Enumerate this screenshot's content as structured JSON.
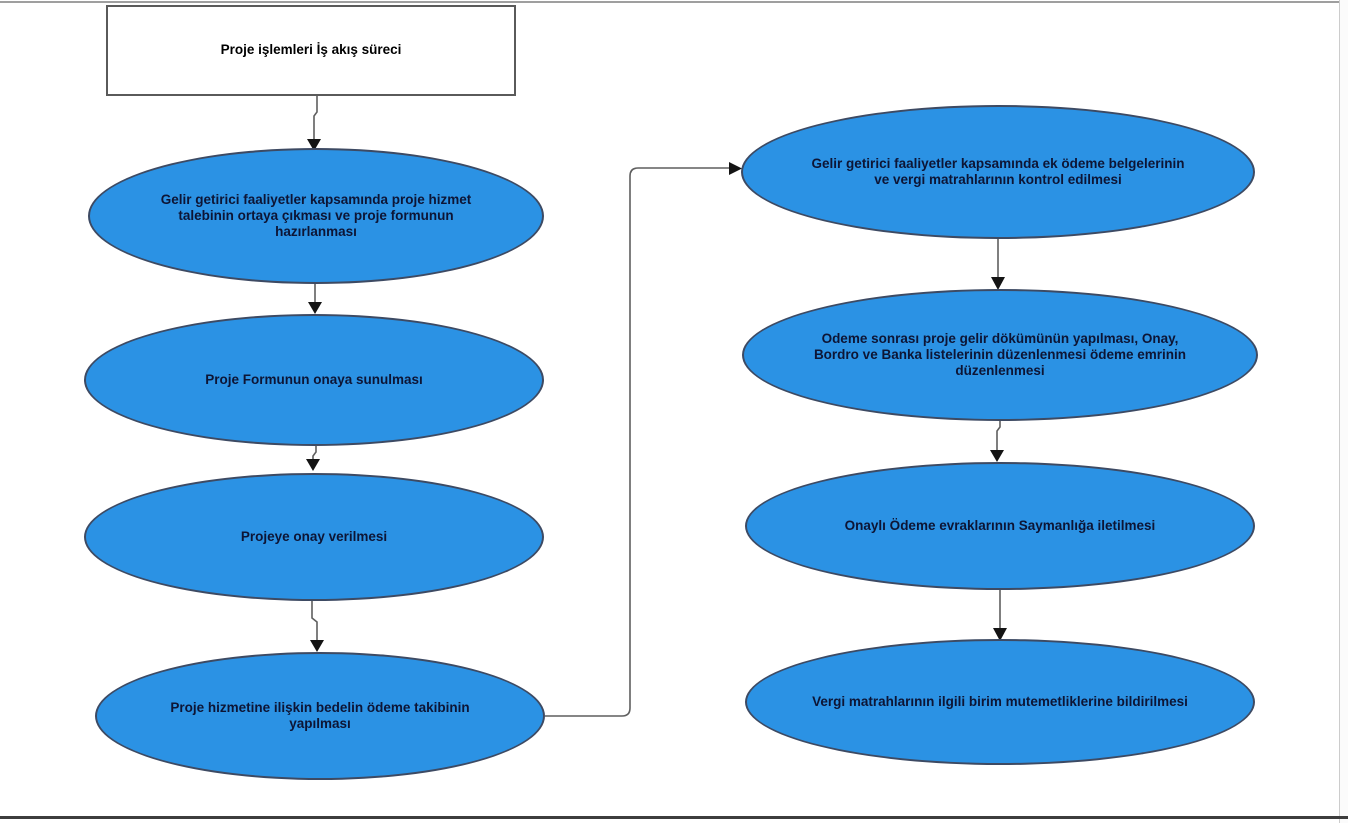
{
  "flowchart": {
    "title_box": {
      "label": "Proje işlemleri İş akış süreci"
    },
    "left_column": [
      {
        "label": "Gelir getirici faaliyetler kapsamında proje hizmet\ntalebinin ortaya çıkması ve proje formunun\nhazırlanması"
      },
      {
        "label": "Proje Formunun onaya sunulması"
      },
      {
        "label": "Projeye onay verilmesi"
      },
      {
        "label": "Proje hizmetine ilişkin bedelin ödeme takibinin\nyapılması"
      }
    ],
    "right_column": [
      {
        "label": "Gelir getirici faaliyetler kapsamında ek ödeme belgelerinin\nve vergi matrahlarının kontrol edilmesi"
      },
      {
        "label": "Odeme sonrası proje gelir dökümünün yapılması, Onay,\nBordro ve Banka listelerinin düzenlenmesi ödeme emrinin\ndüzenlenmesi"
      },
      {
        "label": "Onaylı Ödeme evraklarının Saymanlığa iletilmesi"
      },
      {
        "label": "Vergi matrahlarının ilgili birim mutemetliklerine bildirilmesi"
      }
    ],
    "colors": {
      "node_fill": "#2b92e4",
      "node_stroke": "#3d4a63",
      "node_text": "#0d1535",
      "title_text": "#000000",
      "arrow_line": "#5f5f5f",
      "arrow_head": "#141414",
      "page_bottom_edge": "#3d3d3d"
    }
  }
}
